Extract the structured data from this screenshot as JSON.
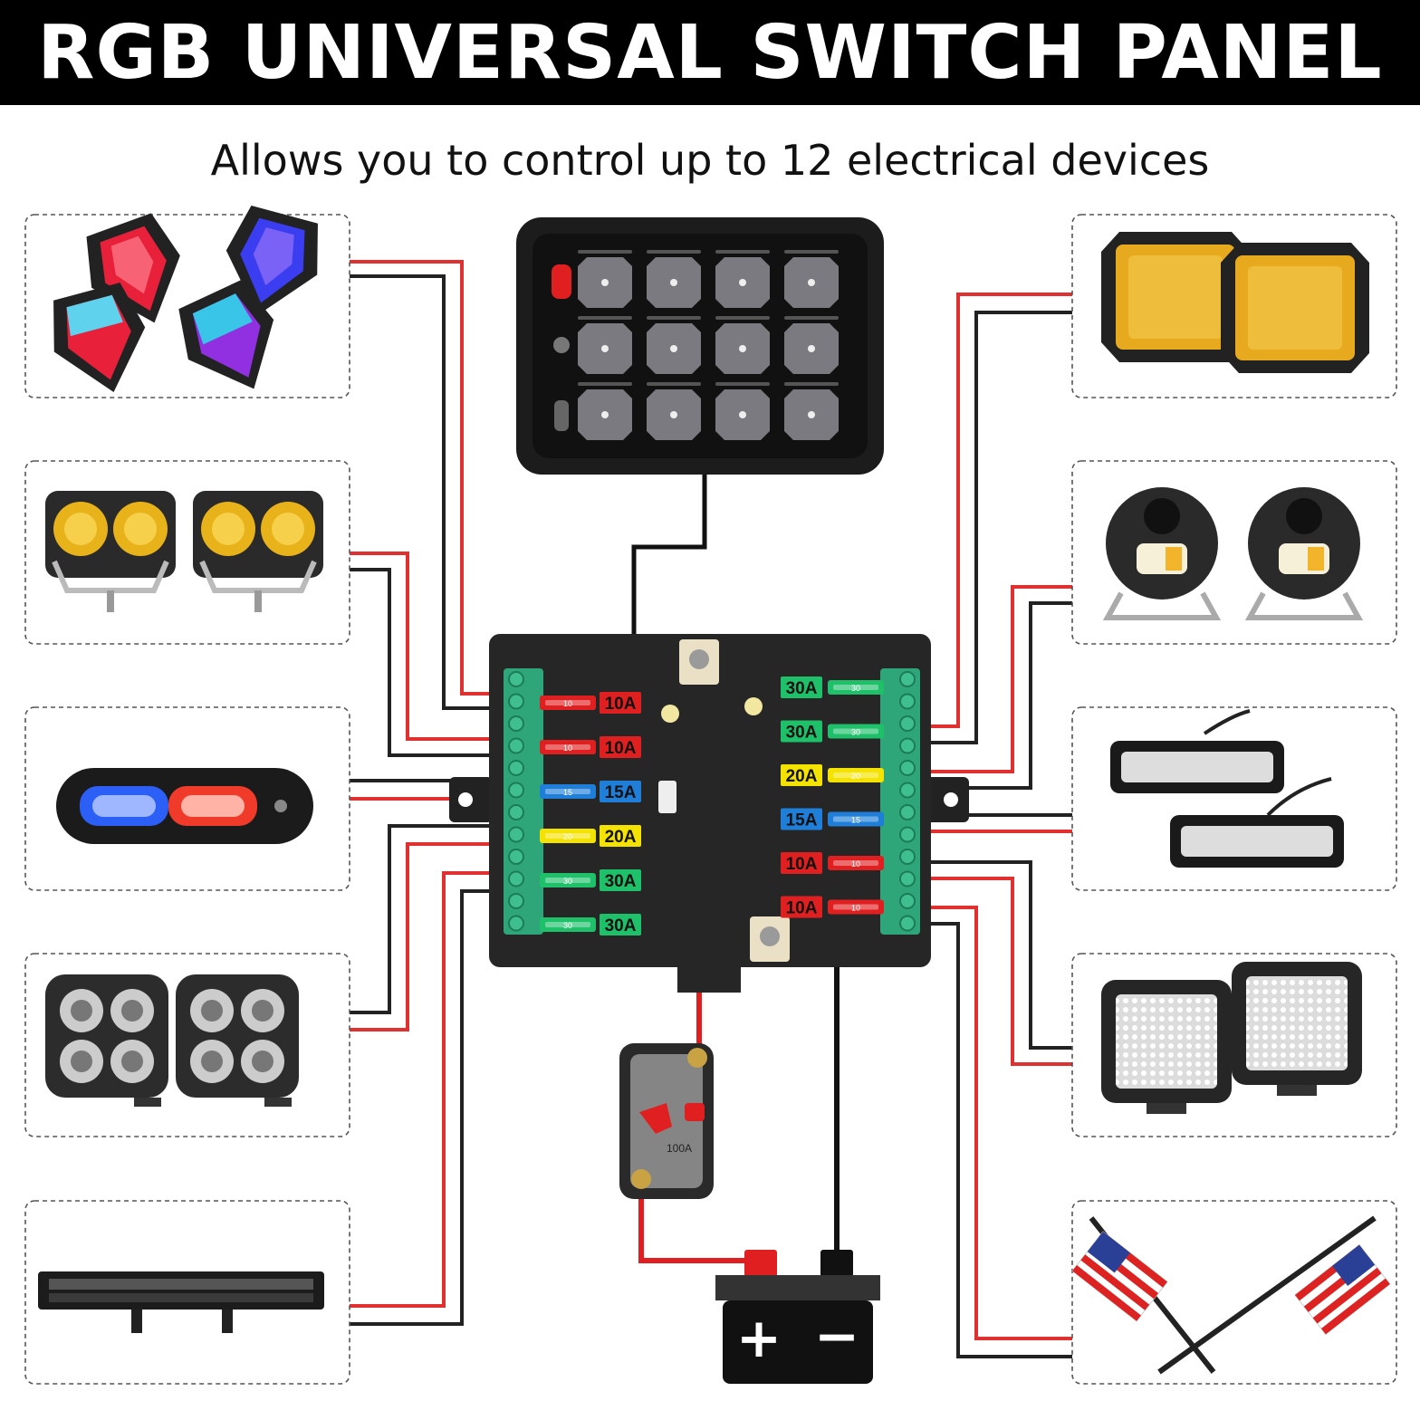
{
  "title": "RGB UNIVERSAL SWITCH PANEL",
  "subtitle": "Allows you to control up to 12 electrical devices",
  "devices_left": [
    {
      "name": "rgb-rock-lights"
    },
    {
      "name": "yellow-dual-pod-lights"
    },
    {
      "name": "red-blue-strobe-light"
    },
    {
      "name": "quad-led-cube-lights"
    },
    {
      "name": "led-light-bar"
    }
  ],
  "devices_right": [
    {
      "name": "amber-square-work-lights"
    },
    {
      "name": "round-fog-lights"
    },
    {
      "name": "led-work-light-bars"
    },
    {
      "name": "led-pod-cube-lights"
    },
    {
      "name": "whip-flag-lights"
    }
  ],
  "fuses_left": [
    {
      "label": "10A",
      "color": "#e02020",
      "stamp": "10"
    },
    {
      "label": "10A",
      "color": "#e02020",
      "stamp": "10"
    },
    {
      "label": "15A",
      "color": "#1e7ed8",
      "stamp": "15"
    },
    {
      "label": "20A",
      "color": "#f4e200",
      "stamp": "20"
    },
    {
      "label": "30A",
      "color": "#1ec06a",
      "stamp": "30"
    },
    {
      "label": "30A",
      "color": "#1ec06a",
      "stamp": "30"
    }
  ],
  "fuses_right": [
    {
      "label": "30A",
      "color": "#1ec06a",
      "stamp": "30"
    },
    {
      "label": "30A",
      "color": "#1ec06a",
      "stamp": "30"
    },
    {
      "label": "20A",
      "color": "#f4e200",
      "stamp": "20"
    },
    {
      "label": "15A",
      "color": "#1e7ed8",
      "stamp": "15"
    },
    {
      "label": "10A",
      "color": "#e02020",
      "stamp": "10"
    },
    {
      "label": "10A",
      "color": "#e02020",
      "stamp": "10"
    }
  ],
  "breaker_label": "100A",
  "battery": {
    "positive": "+",
    "negative": "−"
  },
  "colors": {
    "wire_red": "#e03030",
    "wire_black": "#222222",
    "terminal": "#2fa57a",
    "box": "#222222"
  }
}
